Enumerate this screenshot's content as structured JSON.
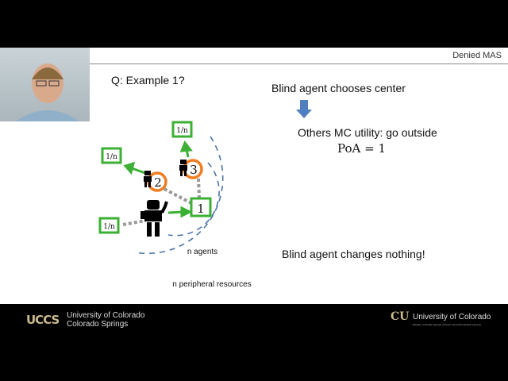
{
  "slide": {
    "header": "Denied MAS",
    "question": "Q: Example 1?",
    "right": {
      "line1": "Blind agent chooses center",
      "line2": "Others MC utility: go outside",
      "formula": "PoA = 1",
      "line3": "Blind agent changes nothing!"
    },
    "diagram": {
      "resource_label": "1/n",
      "center_label": "1",
      "agent2": "2",
      "agent3": "3",
      "agents_label": "n agents",
      "resources_label": "n peripheral resources"
    }
  },
  "footer": {
    "uccs_logo": "UCCS",
    "uccs_line1": "University of Colorado",
    "uccs_line2": "Colorado Springs",
    "cu_logo": "CU",
    "cu_name": "University of Colorado",
    "cu_sub": "Boulder | Colorado Springs | Denver | Anschutz Medical Campus"
  },
  "colors": {
    "green": "#3cb035",
    "orange": "#ef7d22",
    "dashed": "#4a74a8",
    "arrow_blue": "#4f7fc0"
  }
}
